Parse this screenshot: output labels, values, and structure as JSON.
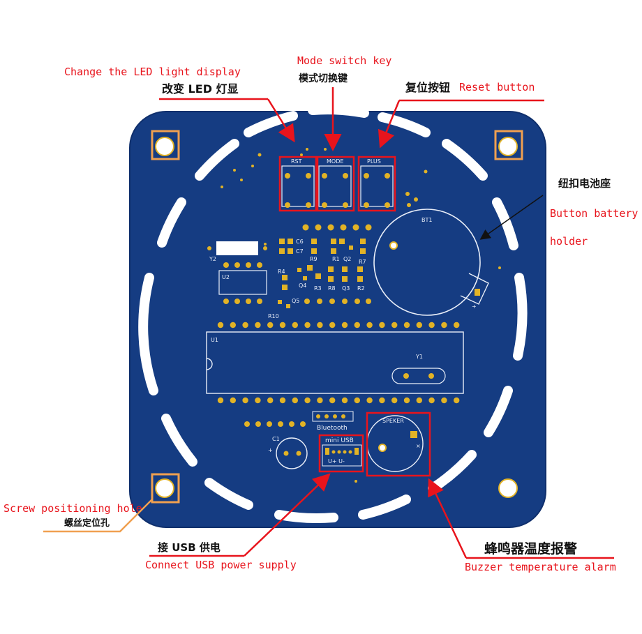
{
  "colors": {
    "board": "#153c82",
    "board_dark": "#0f2f6c",
    "pad_gold": "#e2b326",
    "silkscreen": "#e9eef8",
    "annotation_red": "#e8141c",
    "annotation_orange": "#f0a050",
    "arrow_black": "#111111"
  },
  "annotations": {
    "led": {
      "en": "Change the LED light display",
      "cn": "改变 LED 灯显"
    },
    "mode": {
      "en": "Mode switch key",
      "cn": "模式切换键"
    },
    "reset": {
      "cn": "复位按钮",
      "en": "Reset button"
    },
    "battery": {
      "cn": "纽扣电池座",
      "en_line1": "Button battery",
      "en_line2": "holder"
    },
    "screw": {
      "en": "Screw positioning hole",
      "cn": "螺丝定位孔"
    },
    "usb": {
      "cn": "接 USB 供电",
      "en": "Connect USB power supply"
    },
    "buzzer": {
      "cn": "蜂鸣器温度报警",
      "en": "Buzzer temperature alarm"
    }
  },
  "silkscreen": {
    "rst": "RST",
    "mode": "MODE",
    "plus": "PLUS",
    "bt1": "BT1",
    "c6": "C6",
    "c7": "C7",
    "y2": "Y2",
    "r9": "R9",
    "r1": "R1",
    "q2": "Q2",
    "r7": "R7",
    "u2": "U2",
    "r4": "R4",
    "q4": "Q4",
    "r3": "R3",
    "r8": "R8",
    "q3": "Q3",
    "r2": "R2",
    "q5": "Q5",
    "r10": "R10",
    "u1": "U1",
    "y1": "Y1",
    "bluetooth": "Bluetooth",
    "speker": "SPEKER",
    "c1": "C1",
    "mini_usb": "mini USB",
    "usb_pins": "U+  U-",
    "plus_sign": "+",
    "minus_sign": "-",
    "x_mark": "×"
  }
}
